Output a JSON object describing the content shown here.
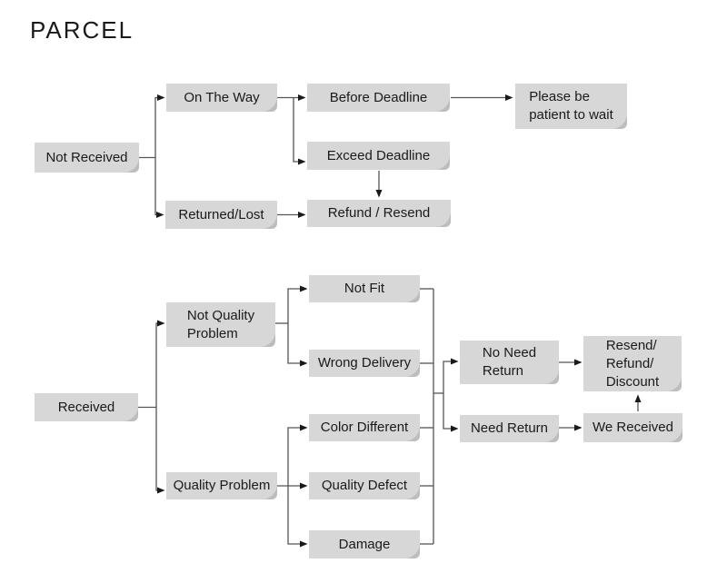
{
  "title": "PARCEL",
  "colors": {
    "box_fill": "#d7d7d7",
    "box_fold": "#bdbdbd",
    "line_color": "#555555",
    "arrow_color": "#1a1a1a",
    "text_color": "#1a1a1a",
    "bg_color": "#ffffff"
  },
  "nodes": {
    "not_received": {
      "label": "Not Received"
    },
    "on_the_way": {
      "label": "On The Way"
    },
    "returned_lost": {
      "label": "Returned/Lost"
    },
    "before_deadline": {
      "label": "Before Deadline"
    },
    "exceed_deadline": {
      "label": "Exceed Deadline"
    },
    "refund_resend": {
      "label": "Refund / Resend"
    },
    "please_wait": {
      "label": "Please be\npatient to wait"
    },
    "received": {
      "label": "Received"
    },
    "not_quality_problem": {
      "label": "Not Quality\nProblem"
    },
    "quality_problem": {
      "label": "Quality Problem"
    },
    "not_fit": {
      "label": "Not Fit"
    },
    "wrong_delivery": {
      "label": "Wrong Delivery"
    },
    "color_different": {
      "label": "Color Different"
    },
    "quality_defect": {
      "label": "Quality Defect"
    },
    "damage": {
      "label": "Damage"
    },
    "no_need_return": {
      "label": "No Need\nReturn"
    },
    "need_return": {
      "label": "Need Return"
    },
    "resend_refund_discount": {
      "label": "Resend/\nRefund/\nDiscount"
    },
    "we_received": {
      "label": "We Received"
    }
  }
}
